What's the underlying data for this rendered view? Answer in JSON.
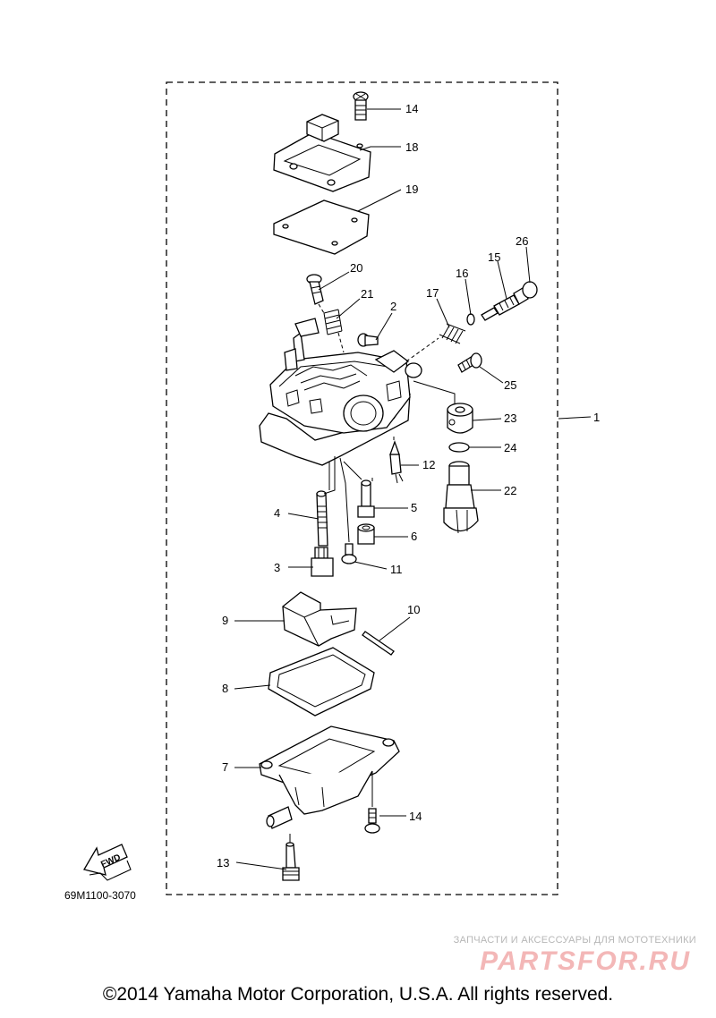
{
  "diagram": {
    "callouts": {
      "p1": "1",
      "p2": "2",
      "p3": "3",
      "p4": "4",
      "p5": "5",
      "p6": "6",
      "p7": "7",
      "p8": "8",
      "p9": "9",
      "p10": "10",
      "p11": "11",
      "p12": "12",
      "p13": "13",
      "p14a": "14",
      "p14b": "14",
      "p15": "15",
      "p16": "16",
      "p17": "17",
      "p18": "18",
      "p19": "19",
      "p20": "20",
      "p21": "21",
      "p22": "22",
      "p23": "23",
      "p24": "24",
      "p25": "25",
      "p26": "26"
    },
    "fwd_label": "FWD",
    "drawing_number": "69M1100-3070"
  },
  "footer": {
    "copyright": "©2014 Yamaha Motor Corporation, U.S.A. All rights reserved."
  },
  "watermark": {
    "tagline": "ЗАПЧАСТИ И АКСЕССУАРЫ ДЛЯ МОТОТЕХНИКИ",
    "logo": "PARTSFOR.RU"
  }
}
